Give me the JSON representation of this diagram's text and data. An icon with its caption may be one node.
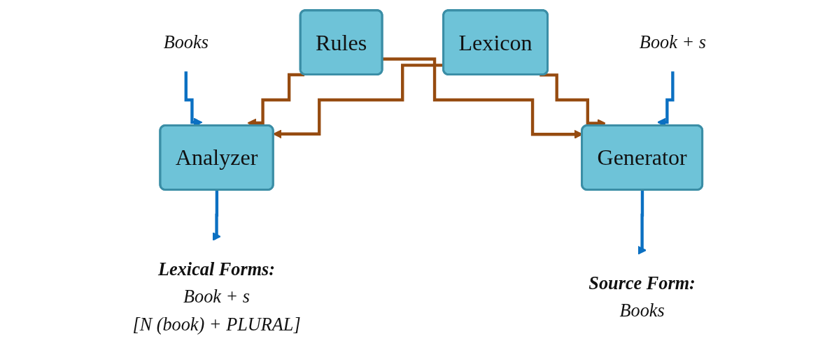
{
  "diagram": {
    "nodes": [
      {
        "text": [
          "Books"
        ]
      },
      {
        "text": [
          "Analyzer"
        ]
      },
      {
        "text": [
          "Lexical Forms:",
          "Book + s",
          "[N (book) + PLURAL]"
        ]
      },
      {
        "text": [
          "Rules"
        ]
      },
      {
        "text": [
          "Lexicon"
        ]
      },
      {
        "text": [
          "Source Form:",
          "Books"
        ]
      },
      {
        "text": [
          "Generator"
        ]
      },
      {
        "text": [
          "Book + s"
        ]
      }
    ],
    "edges": [
      {
        "from": 0,
        "to": 1,
        "arrow": "to",
        "color": "#0b70c2"
      },
      {
        "from": 1,
        "to": 2,
        "arrow": "to",
        "color": "#0b70c2"
      },
      {
        "from": 3,
        "to": 1,
        "arrow": "to",
        "color": "#964b10"
      },
      {
        "from": 4,
        "to": 1,
        "arrow": "to",
        "color": "#964b10"
      },
      {
        "from": 3,
        "to": 6,
        "arrow": "to",
        "color": "#964b10"
      },
      {
        "from": 4,
        "to": 6,
        "arrow": "to",
        "color": "#964b10"
      },
      {
        "from": 6,
        "to": 5,
        "arrow": "to",
        "color": "#0b70c2"
      },
      {
        "from": 7,
        "to": 6,
        "arrow": "to",
        "color": "#0b70c2"
      }
    ]
  }
}
